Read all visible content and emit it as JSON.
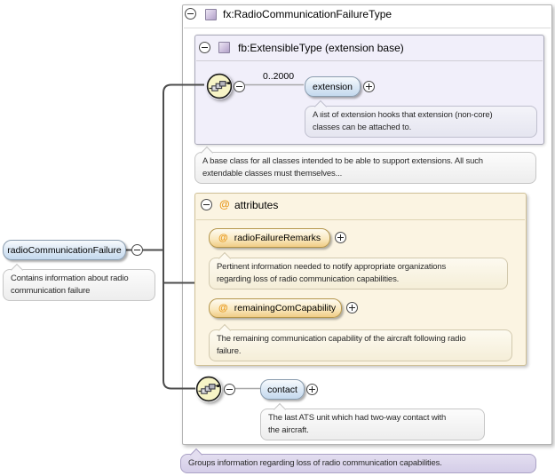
{
  "root": {
    "label": "radioCommunicationFailure",
    "doc": "Contains information about radio\ncommunication failure"
  },
  "type_box": {
    "title": "fx:RadioCommunicationFailureType"
  },
  "extension_base": {
    "title": "fb:ExtensibleType (extension base)",
    "cardinality": "0..2000",
    "element_label": "extension",
    "element_doc": "A list of extension hooks that extension (non-core)\nclasses can be attached to.",
    "base_doc": "A base class for all classes intended to be able to support extensions. All such\nextendable classes must themselves..."
  },
  "attributes_box": {
    "title": "attributes",
    "items": [
      {
        "name": "radioFailureRemarks",
        "doc": "Pertinent information needed to notify appropriate organizations\nregarding loss of radio communication capabilities."
      },
      {
        "name": "remainingComCapability",
        "doc": "The remaining communication capability of the aircraft following radio\nfailure."
      }
    ]
  },
  "contact": {
    "label": "contact",
    "doc": "The last ATS unit which had two-way contact with\nthe aircraft."
  },
  "footer": {
    "doc": "Groups information regarding loss of radio communication capabilities."
  },
  "icons": {
    "attribute_marker": "@",
    "sequence_compositor": "sequence-icon",
    "collapse": "minus",
    "expand": "plus"
  },
  "colors": {
    "element_fill": "#c4d9ee",
    "attribute_fill": "#f1cc85",
    "attributes_panel_fill": "#fbf4e2",
    "compositor_fill": "#f7f4c6",
    "type_icon_fill": "#b0a0c8",
    "annotation_fill": "#ededed",
    "footer_fill": "#d4cde8",
    "attribute_marker_color": "#e8991c"
  }
}
